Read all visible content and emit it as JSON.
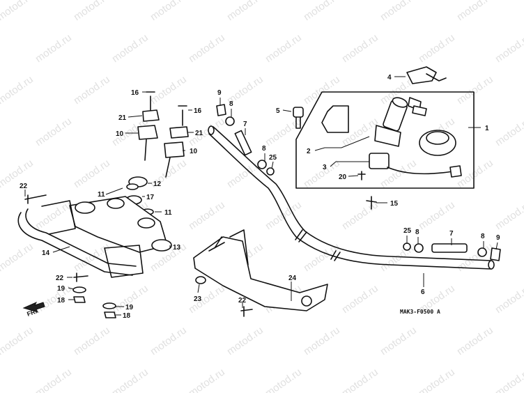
{
  "watermark": "motod.ru",
  "diagram_code": "MAK3-F0500 A",
  "direction_label": "FR.",
  "callouts": {
    "c1": "1",
    "c2": "2",
    "c3": "3",
    "c4": "4",
    "c5": "5",
    "c6": "6",
    "c7a": "7",
    "c7b": "7",
    "c8a": "8",
    "c8b": "8",
    "c8c": "8",
    "c8d": "8",
    "c9a": "9",
    "c9b": "9",
    "c10a": "10",
    "c10b": "10",
    "c11a": "11",
    "c11b": "11",
    "c12": "12",
    "c13": "13",
    "c14": "14",
    "c15": "15",
    "c16a": "16",
    "c16b": "16",
    "c17": "17",
    "c18a": "18",
    "c18b": "18",
    "c19a": "19",
    "c19b": "19",
    "c20": "20",
    "c21a": "21",
    "c21b": "21",
    "c22a": "22",
    "c22b": "22",
    "c22c": "22",
    "c23": "23",
    "c24": "24",
    "c25a": "25",
    "c25b": "25"
  },
  "colors": {
    "line": "#111111",
    "background": "#ffffff",
    "watermark": "#c8c8c8"
  }
}
